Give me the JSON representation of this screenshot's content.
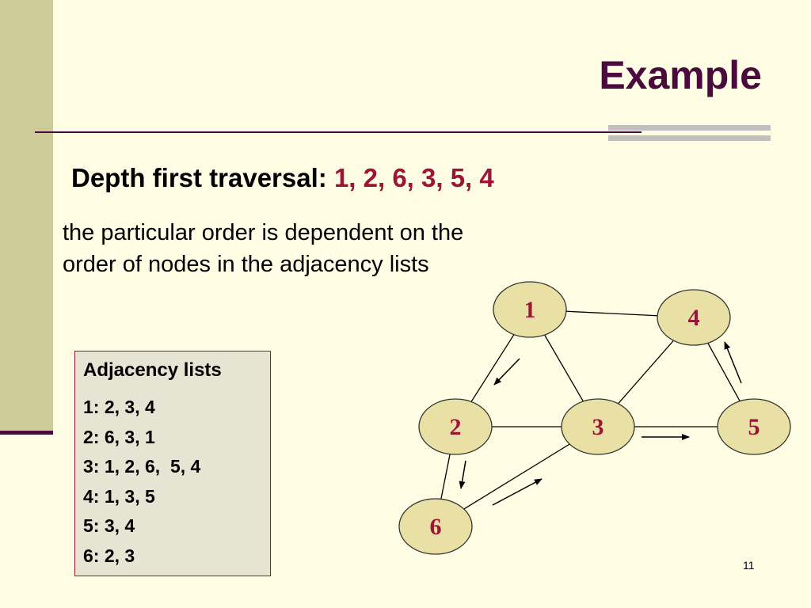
{
  "slide": {
    "title": "Example",
    "subtitle_prefix": "Depth first traversal:",
    "subtitle_sequence": "1, 2, 6, 3, 5, 4",
    "note": "the particular order is dependent on the order of nodes in the adjacency lists",
    "page_number": "11"
  },
  "adjacency": {
    "title": "Adjacency lists",
    "lists": [
      "1: 2, 3, 4",
      "2: 6, 3, 1",
      "3: 1, 2, 6,  5, 4",
      "4: 1, 3, 5",
      "5: 3, 4",
      "6: 2, 3"
    ]
  },
  "graph": {
    "nodes": [
      "1",
      "2",
      "3",
      "4",
      "5",
      "6"
    ],
    "edges": [
      [
        "1",
        "2"
      ],
      [
        "1",
        "3"
      ],
      [
        "1",
        "4"
      ],
      [
        "2",
        "3"
      ],
      [
        "2",
        "6"
      ],
      [
        "3",
        "4"
      ],
      [
        "3",
        "5"
      ],
      [
        "3",
        "6"
      ],
      [
        "4",
        "5"
      ]
    ],
    "colors": {
      "node_fill": "#e8e0a4",
      "node_stroke": "#333333",
      "label": "#9b1536",
      "edge": "#000000"
    }
  }
}
